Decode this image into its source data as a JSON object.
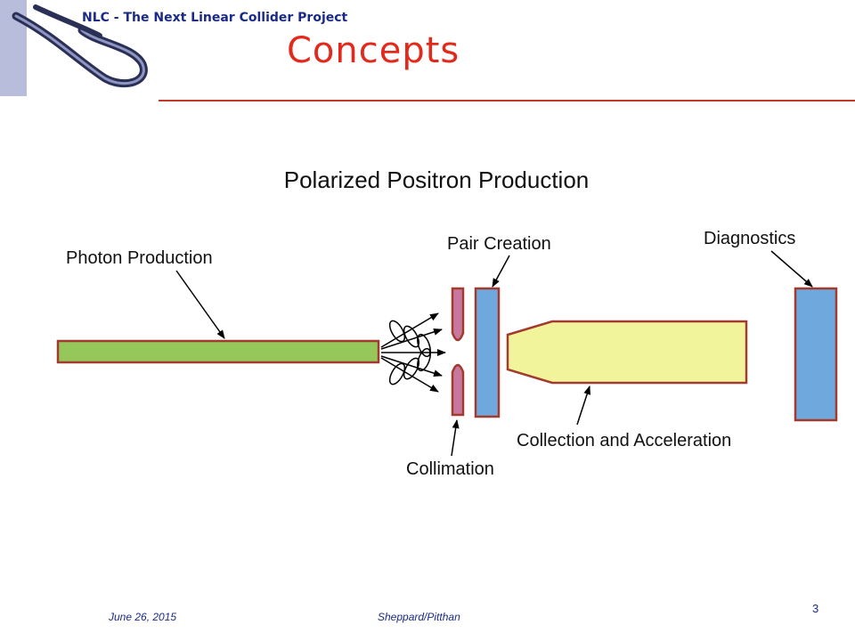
{
  "header": {
    "project_name": "NLC - The Next Linear Collider Project",
    "slide_title": "Concepts"
  },
  "diagram": {
    "title": "Polarized Positron Production",
    "labels": {
      "photon_production": "Photon Production",
      "pair_creation": "Pair Creation",
      "diagnostics": "Diagnostics",
      "collimation": "Collimation",
      "collection_acceleration": "Collection and Acceleration"
    },
    "colors": {
      "undulator": "#95c75a",
      "target": "#6ea8dc",
      "collimator": "#c8789f",
      "accelerator": "#f2f49c",
      "outline": "#a33a2e"
    }
  },
  "footer": {
    "date": "June 26, 2015",
    "author": "Sheppard/Pitthan",
    "page": "3"
  }
}
